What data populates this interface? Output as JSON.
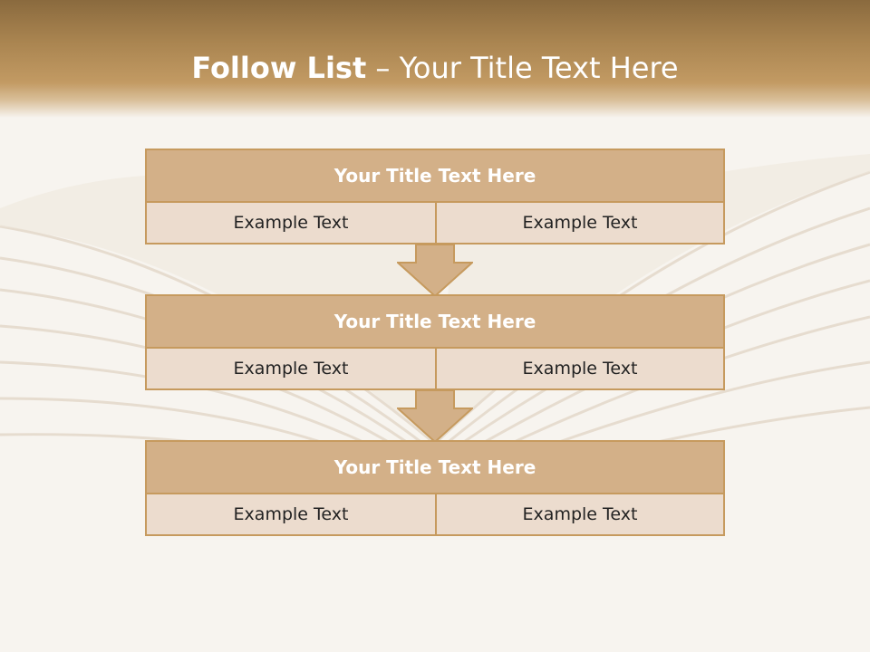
{
  "slide": {
    "title_bold": "Follow List",
    "title_rest": "– Your Title Text Here"
  },
  "blocks": [
    {
      "title": "Your Title Text Here",
      "left": "Example Text",
      "right": "Example Text"
    },
    {
      "title": "Your Title Text Here",
      "left": "Example Text",
      "right": "Example Text"
    },
    {
      "title": "Your Title Text Here",
      "left": "Example Text",
      "right": "Example Text"
    }
  ],
  "colors": {
    "header": "#a98450",
    "block_title_fill": "#d3b088",
    "block_cell_fill": "#ecdcce",
    "border": "#c69a5e"
  }
}
